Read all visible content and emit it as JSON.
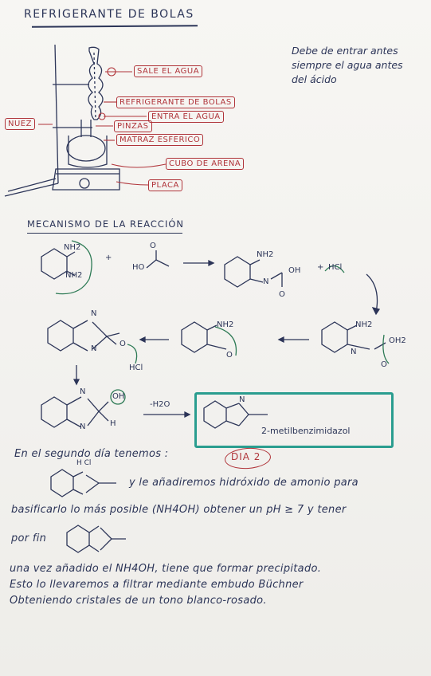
{
  "title": "REFRIGERANTE DE BOLAS",
  "note": [
    "Debe de entrar antes",
    "siempre el agua antes",
    "del ácido"
  ],
  "apparatus": {
    "labels": {
      "sale_agua": "SALE EL AGUA",
      "refrigerante": "REFRIGERANTE DE BOLAS",
      "entra_agua": "ENTRA EL AGUA",
      "pinzas": "PINZAS",
      "matraz": "MATRAZ ESFERICO",
      "cubo": "CUBO DE ARENA",
      "placa": "PLACA",
      "nuez": "NUEZ"
    }
  },
  "mechanism": {
    "heading": "MECANISMO DE LA REACCIÓN",
    "nh2": "NH2",
    "plus": "+",
    "ho": "HO",
    "oh": "OH",
    "hcl": "HCl",
    "n": "N",
    "h": "H",
    "o": "O",
    "oh2": "OH2",
    "h2o": "-H2O",
    "product": "2-metilbenzimidazol"
  },
  "day2": {
    "intro": "En el segundo día tenemos :",
    "dia": "DIA 2",
    "line1_right": "y le añadiremos hidróxido de amonio para",
    "line2": "basificarlo lo más posible (NH4OH) obtener un pH ≥ 7 y tener",
    "line3": "por fin",
    "hcl": "H Cl"
  },
  "final": [
    "una vez añadido el NH4OH, tiene que formar precipitado.",
    "Esto lo llevaremos a filtrar mediante embudo Büchner",
    "Obteniendo cristales de un tono blanco-rosado."
  ]
}
